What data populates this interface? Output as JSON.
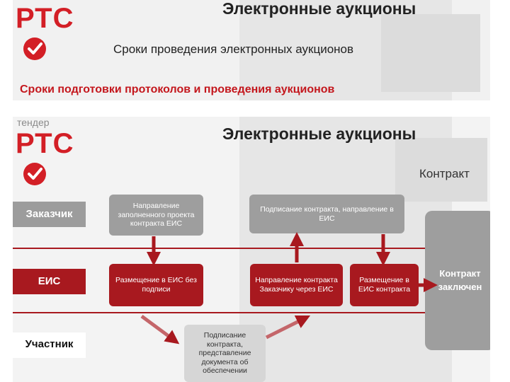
{
  "slide1": {
    "logo": "РТС",
    "heading": "Электронные аукционы",
    "subtitle": "Сроки проведения электронных аукционов",
    "red_title": "Сроки подготовки протоколов и проведения аукционов"
  },
  "slide2": {
    "brand_small": "тендер",
    "logo": "РТС",
    "heading": "Электронные аукционы",
    "contract_label": "Контракт",
    "rows": {
      "customer": "Заказчик",
      "eis": "ЕИС",
      "participant": "Участник"
    },
    "boxes": {
      "direction_draft": "Направление заполненного проекта контракта ЕИС",
      "signing_customer": "Подписание контракта, направление в ЕИС",
      "placement_unsigned": "Размещение в ЕИС без подписи",
      "direction_via_eis": "Направление контракта Заказчику через ЕИС",
      "placement_contract": "Размещение в ЕИС контракта",
      "participant_signing": "Подписание контракта, представление документа об обеспечении",
      "contract_concluded": "Контракт заключен"
    },
    "colors": {
      "brand_red": "#d31f26",
      "row_red": "#a8191f",
      "box_gray": "#9e9e9e"
    }
  }
}
